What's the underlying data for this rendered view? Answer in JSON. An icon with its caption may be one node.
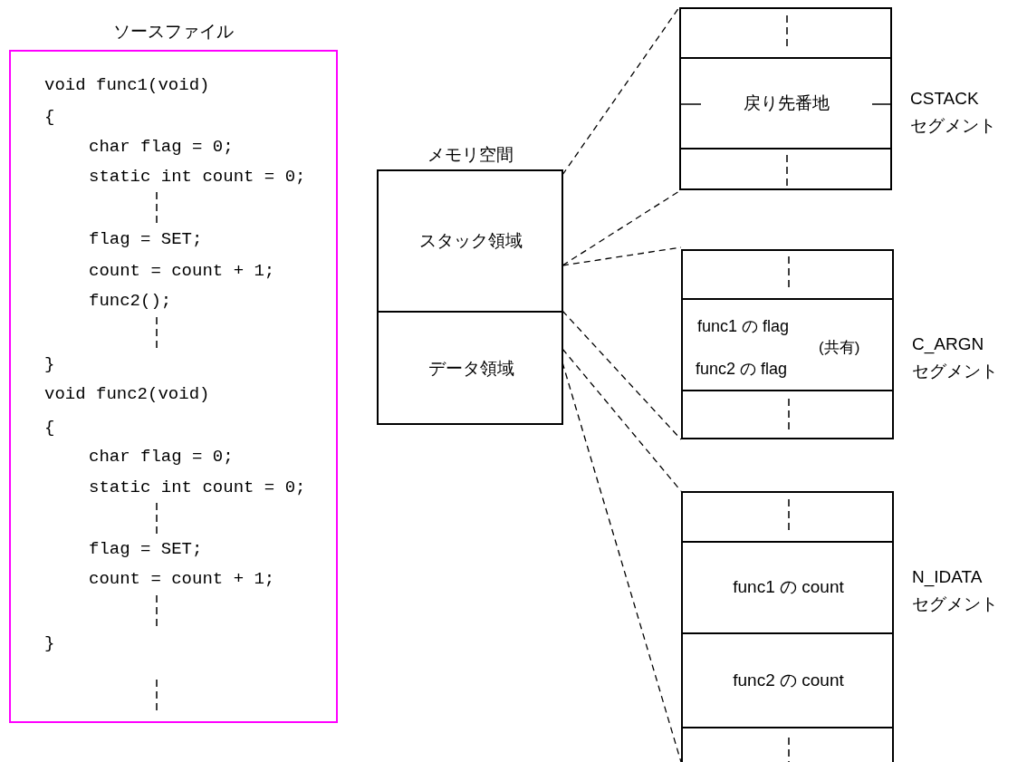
{
  "diagram": {
    "nodes": [
      {
        "text": [
          "ソースファイル",
          "void func1(void)",
          "{",
          "char flag = 0;",
          "static int count = 0;",
          "flag = SET;",
          "count = count + 1;",
          "func2();",
          "}",
          "void func2(void)",
          "{",
          "char flag = 0;",
          "static int count = 0;",
          "flag = SET;",
          "count = count + 1;",
          "}"
        ]
      },
      {
        "text": [
          "メモリ空間"
        ]
      },
      {
        "text": [
          "スタック領域"
        ],
        "in": 1
      },
      {
        "text": [
          "データ領域"
        ],
        "in": 1
      },
      {
        "text": [],
        "shape": "box",
        "beside": [
          "CSTACK セグメント"
        ]
      },
      {
        "text": [],
        "shape": "box",
        "in": 4
      },
      {
        "text": [
          "戻り先番地"
        ],
        "in": 4
      },
      {
        "text": [],
        "shape": "box",
        "in": 4
      },
      {
        "text": [],
        "shape": "box",
        "beside": [
          "C_ARGN セグメント"
        ]
      },
      {
        "text": [],
        "shape": "box",
        "in": 8
      },
      {
        "text": [
          "func1 の flag",
          "func2 の flag",
          "(共有)"
        ],
        "in": 8
      },
      {
        "text": [],
        "shape": "box",
        "in": 8
      },
      {
        "text": [],
        "shape": "box",
        "beside": [
          "N_IDATA セグメント"
        ]
      },
      {
        "text": [],
        "shape": "box",
        "in": 12
      },
      {
        "text": [
          "func1 の count"
        ],
        "in": 12
      },
      {
        "text": [
          "func2 の count"
        ],
        "in": 12
      },
      {
        "text": [],
        "shape": "box",
        "in": 12
      }
    ],
    "edges": [
      {
        "from": 2,
        "to": 4,
        "arrow": "none",
        "style": "dashed"
      },
      {
        "from": 2,
        "to": 4,
        "arrow": "none",
        "style": "dashed"
      },
      {
        "from": 2,
        "to": 8,
        "arrow": "none",
        "style": "dashed"
      },
      {
        "from": 3,
        "to": 8,
        "arrow": "none",
        "style": "dashed"
      },
      {
        "from": 3,
        "to": 12,
        "arrow": "none",
        "style": "dashed"
      },
      {
        "from": 3,
        "to": 12,
        "arrow": "none",
        "style": "dashed"
      }
    ]
  }
}
